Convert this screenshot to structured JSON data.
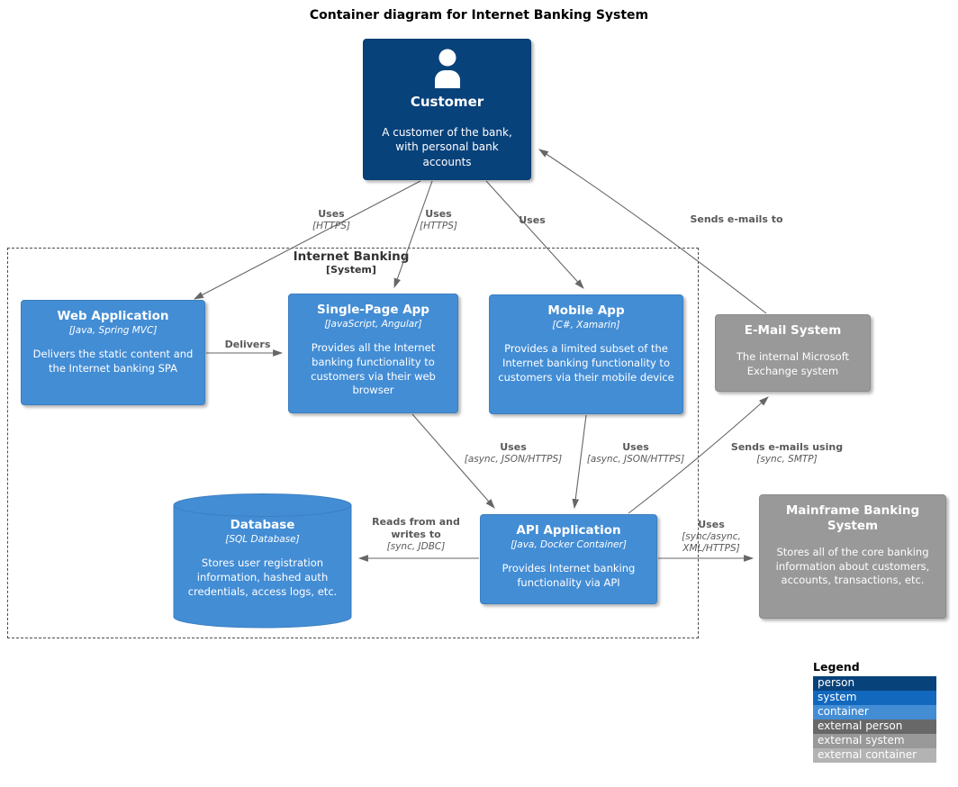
{
  "title": "Container diagram for Internet Banking System",
  "boundary": {
    "name": "Internet Banking",
    "type": "[System]"
  },
  "colors": {
    "person": "#08427b",
    "system": "#1168bd",
    "container": "#438dd5",
    "external_person": "#686868",
    "external_system": "#999999",
    "external_container": "#b3b3b3",
    "edge": "#666666"
  },
  "nodes": {
    "customer": {
      "name": "Customer",
      "desc": "A customer of the bank, with personal bank accounts"
    },
    "web_app": {
      "name": "Web Application",
      "tech": "[Java, Spring MVC]",
      "desc": "Delivers the static content and the Internet banking SPA"
    },
    "spa": {
      "name": "Single-Page App",
      "tech": "[JavaScript, Angular]",
      "desc": "Provides all the Internet banking functionality to customers via their web browser"
    },
    "mobile_app": {
      "name": "Mobile App",
      "tech": "[C#, Xamarin]",
      "desc": "Provides a limited subset of the Internet banking functionality to customers via their mobile device"
    },
    "email": {
      "name": "E-Mail System",
      "desc": "The internal Microsoft Exchange system"
    },
    "database": {
      "name": "Database",
      "tech": "[SQL Database]",
      "desc": "Stores user registration information, hashed auth credentials, access logs, etc."
    },
    "api": {
      "name": "API Application",
      "tech": "[Java, Docker Container]",
      "desc": "Provides Internet banking functionality via API"
    },
    "mainframe": {
      "name": "Mainframe Banking System",
      "desc": "Stores all of the core banking information about customers, accounts, transactions, etc."
    }
  },
  "edges": {
    "customer_web": {
      "label": "Uses",
      "tech": "[HTTPS]"
    },
    "customer_spa": {
      "label": "Uses",
      "tech": "[HTTPS]"
    },
    "customer_mobile": {
      "label": "Uses"
    },
    "email_customer": {
      "label": "Sends e-mails to"
    },
    "web_spa": {
      "label": "Delivers"
    },
    "spa_api": {
      "label": "Uses",
      "tech": "[async, JSON/HTTPS]"
    },
    "mobile_api": {
      "label": "Uses",
      "tech": "[async, JSON/HTTPS]"
    },
    "api_email": {
      "label": "Sends e-mails using",
      "tech": "[sync, SMTP]"
    },
    "api_db": {
      "label": "Reads from and writes to",
      "tech": "[sync, JDBC]"
    },
    "api_mainframe": {
      "label": "Uses",
      "tech": "[sync/async, XML/HTTPS]"
    }
  },
  "legend": {
    "title": "Legend",
    "items": [
      {
        "label": "person",
        "color": "#08427b"
      },
      {
        "label": "system",
        "color": "#1168bd"
      },
      {
        "label": "container",
        "color": "#438dd5"
      },
      {
        "label": "external person",
        "color": "#686868"
      },
      {
        "label": "external system",
        "color": "#999999"
      },
      {
        "label": "external container",
        "color": "#b3b3b3"
      }
    ]
  }
}
